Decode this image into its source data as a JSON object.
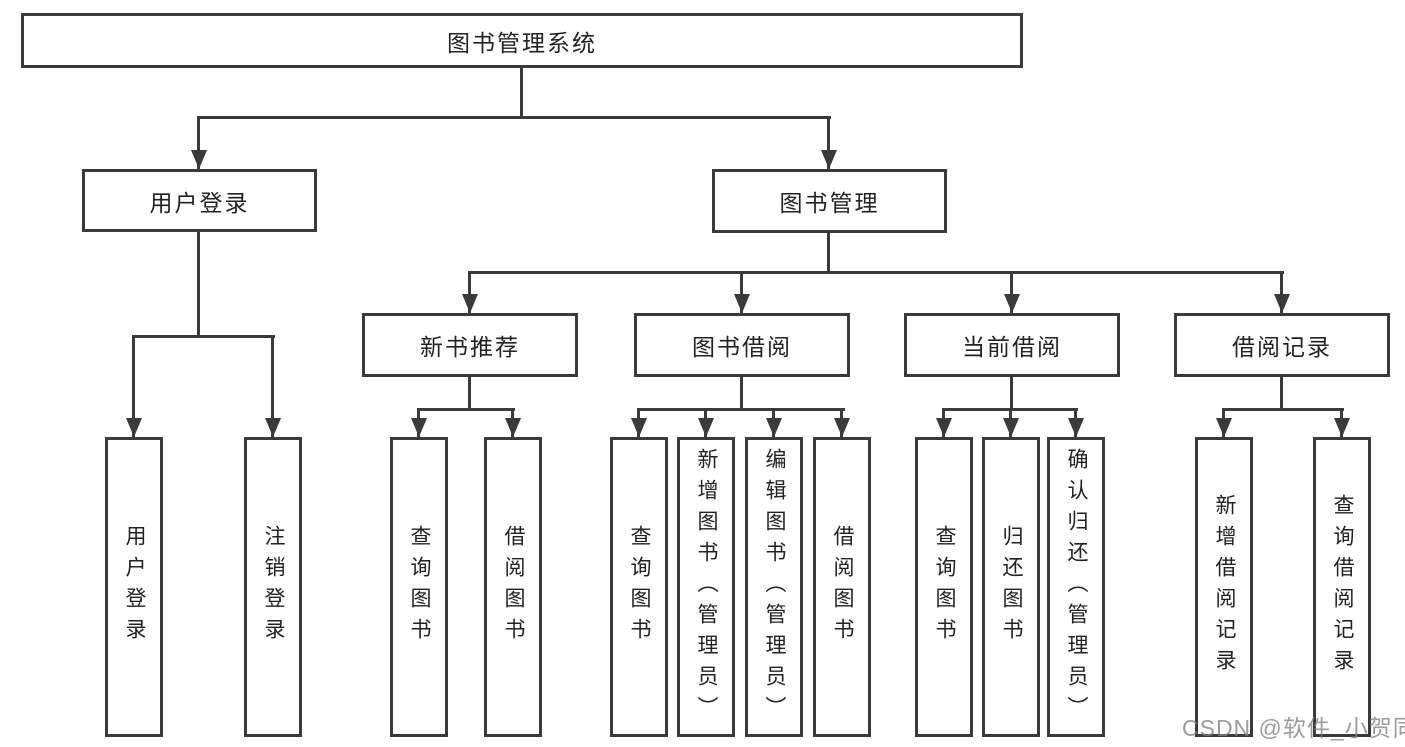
{
  "diagram": {
    "title_node": {
      "label": "图书管理系统"
    },
    "level2": [
      {
        "id": "user-login",
        "label": "用户登录"
      },
      {
        "id": "book-management",
        "label": "图书管理"
      }
    ],
    "level3": [
      {
        "id": "new-book-recommend",
        "label": "新书推荐"
      },
      {
        "id": "book-borrow",
        "label": "图书借阅"
      },
      {
        "id": "current-borrow",
        "label": "当前借阅"
      },
      {
        "id": "borrow-records",
        "label": "借阅记录"
      }
    ],
    "leaves": {
      "user_login": [
        "用户登录",
        "注销登录"
      ],
      "new_book": [
        "查询图书",
        "借阅图书"
      ],
      "book_borrow": [
        "查询图书",
        "新增图书（管理员）",
        "编辑图书（管理员）",
        "借阅图书"
      ],
      "current_borrow": [
        "查询图书",
        "归还图书",
        "确认归还（管理员）"
      ],
      "borrow_records": [
        "新增借阅记录",
        "查询借阅记录"
      ]
    },
    "colors": {
      "line": "#3a3a3a",
      "text": "#222222",
      "background": "#ffffff",
      "watermark": "#808080"
    }
  },
  "watermark": {
    "text": "CSDN @软件_小贺同学"
  }
}
